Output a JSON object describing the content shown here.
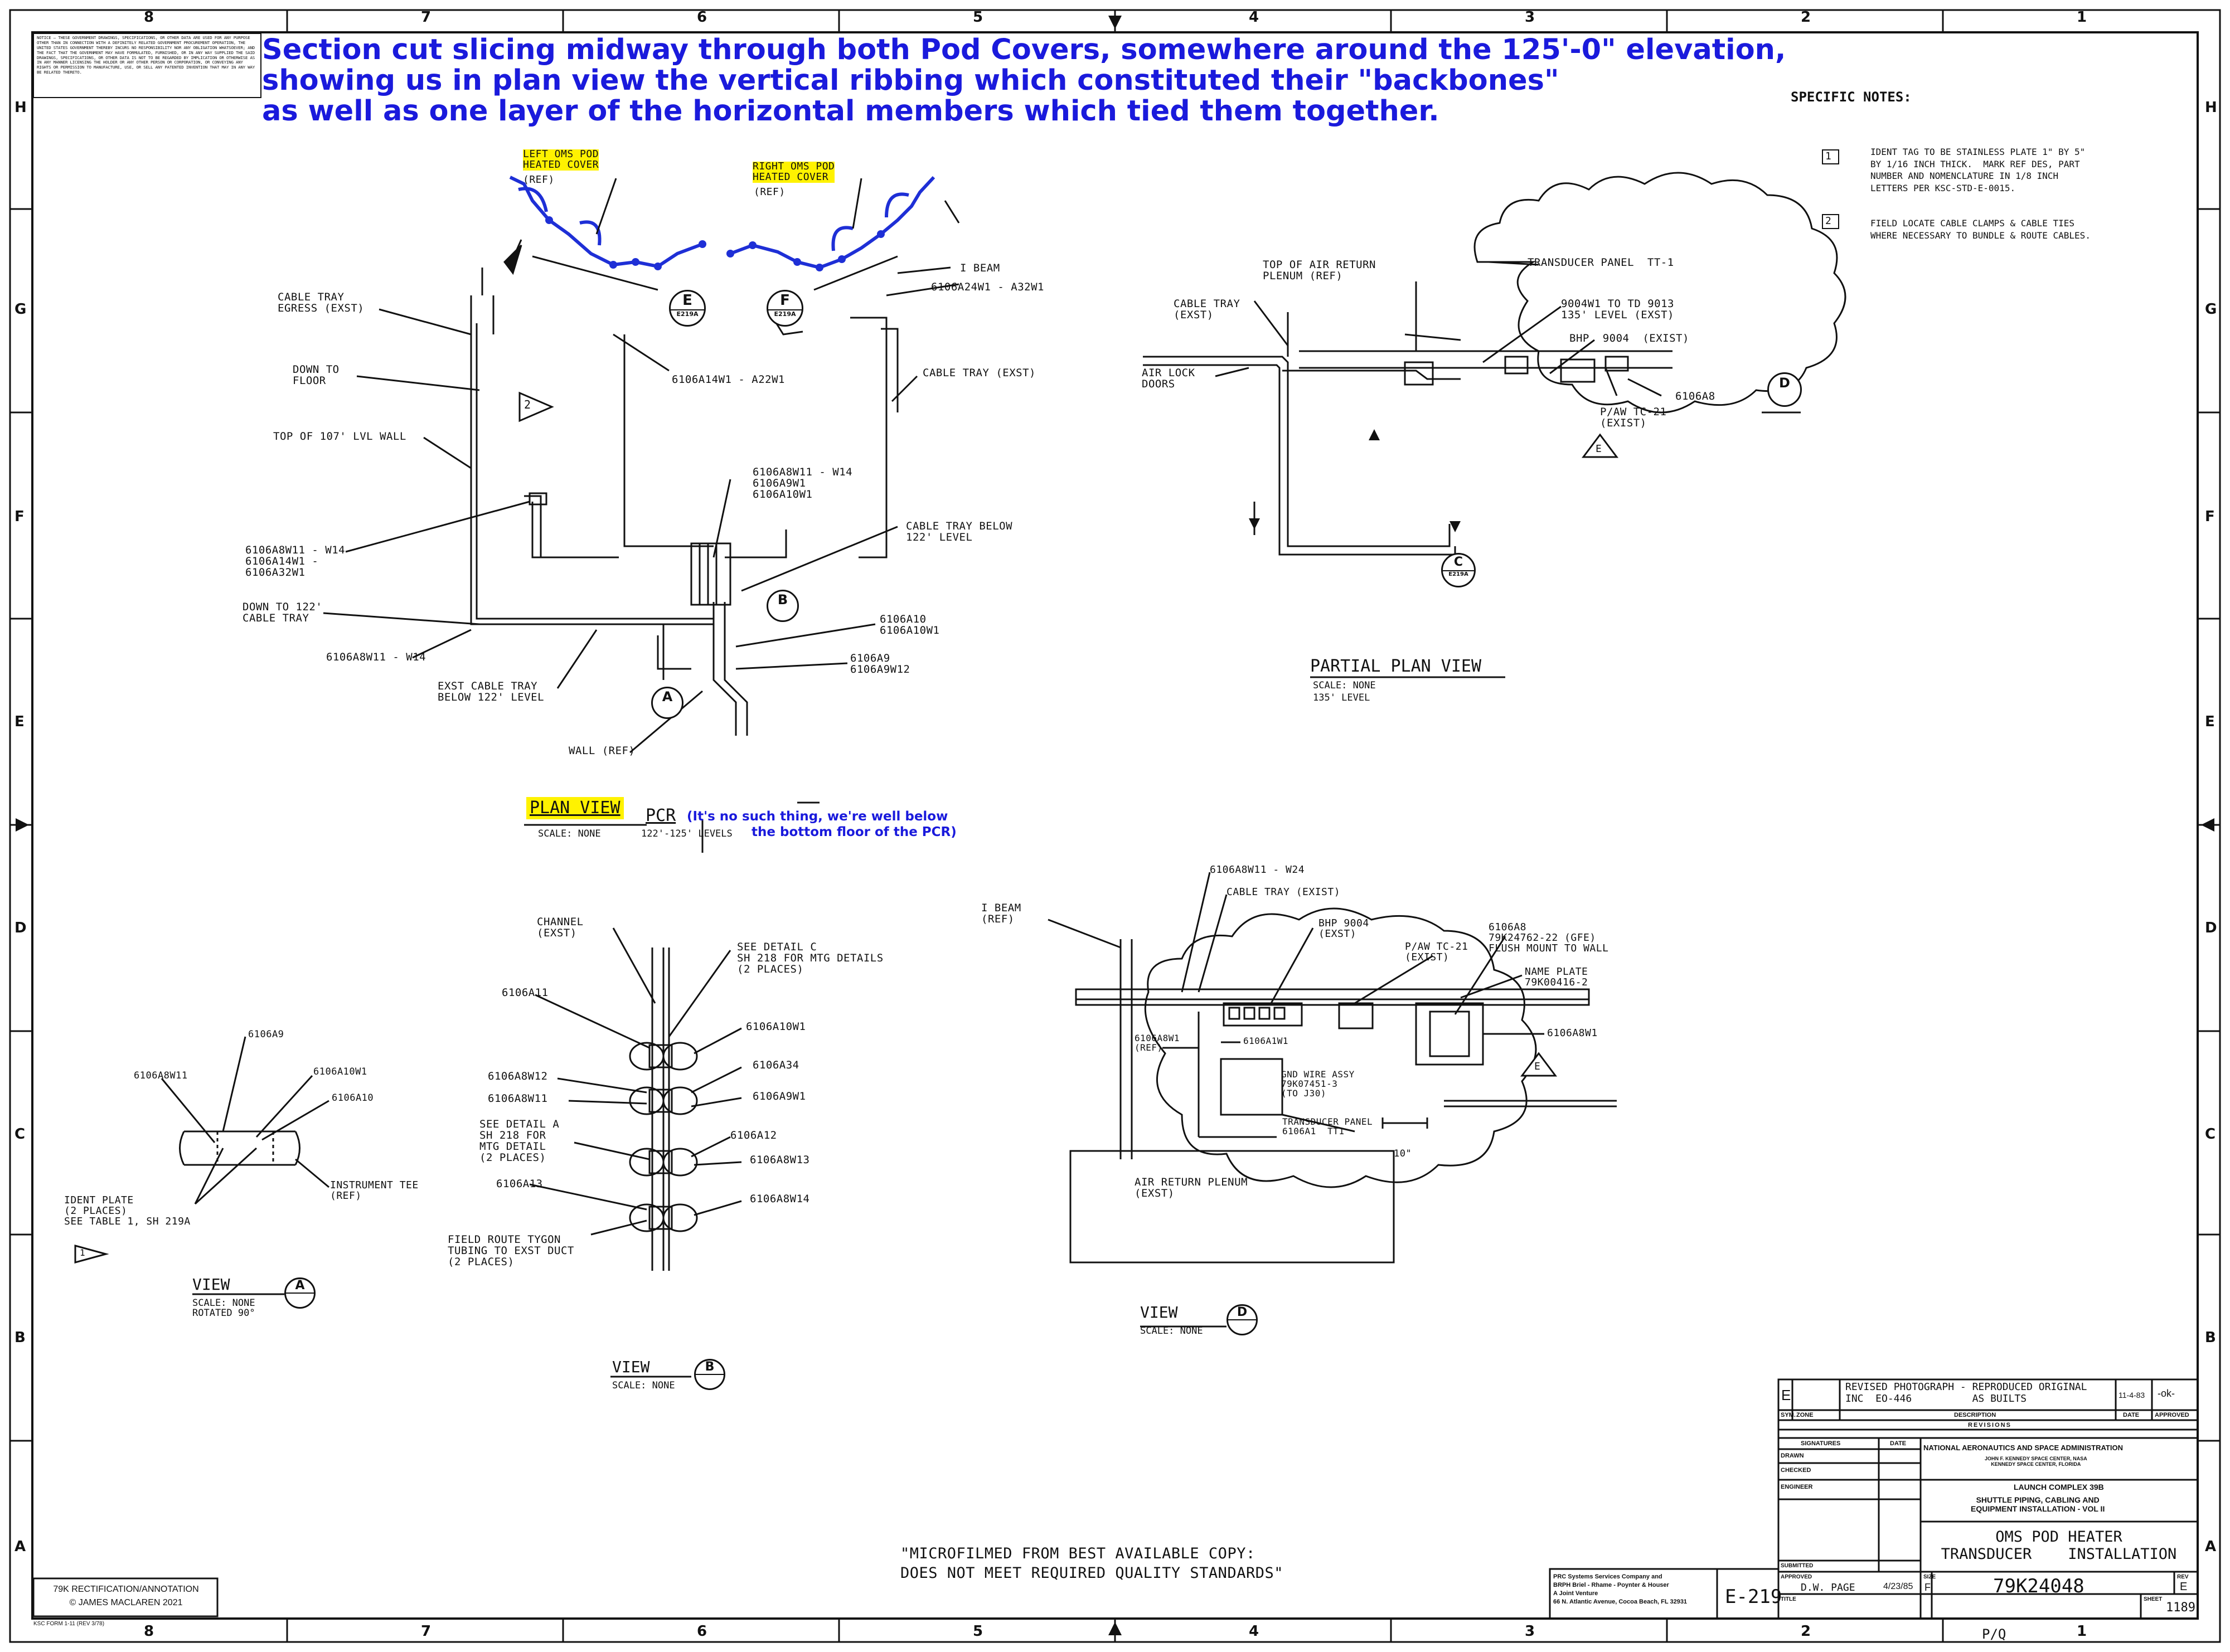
{
  "annotation": {
    "headline": "Section cut slicing midway through both Pod Covers, somewhere around the 125'-0\" elevation,\nshowing us in plan view the vertical ribbing which constituted their \"backbones\"\nas well as one layer of the horizontal members which tied them together.",
    "pcr_note_1": "(It's no such thing, we're well below",
    "pcr_note_2": "the bottom floor of the PCR)"
  },
  "zones": {
    "columns": [
      "8",
      "7",
      "6",
      "5",
      "4",
      "3",
      "2",
      "1"
    ],
    "rows": [
      "H",
      "G",
      "F",
      "E",
      "D",
      "C",
      "B",
      "A"
    ]
  },
  "notice_text": "NOTICE — THESE GOVERNMENT DRAWINGS, SPECIFICATIONS, OR OTHER DATA ARE USED FOR ANY PURPOSE OTHER THAN IN CONNECTION WITH A DEFINITELY RELATED GOVERNMENT PROCUREMENT OPERATION, THE UNITED STATES GOVERNMENT THEREBY INCURS NO RESPONSIBILITY NOR ANY OBLIGATION WHATSOEVER; AND THE FACT THAT THE GOVERNMENT MAY HAVE FORMULATED, FURNISHED, OR IN ANY WAY SUPPLIED THE SAID DRAWINGS, SPECIFICATIONS, OR OTHER DATA IS NOT TO BE REGARDED BY IMPLICATION OR OTHERWISE AS IN ANY MANNER LICENSING THE HOLDER OR ANY OTHER PERSON OR CORPORATION, OR CONVEYING ANY RIGHTS OR PERMISSION TO MANUFACTURE, USE, OR SELL ANY PATENTED INVENTION THAT MAY IN ANY WAY BE RELATED THERETO.",
  "specific_notes": {
    "heading": "SPECIFIC NOTES:",
    "note1_num": "1",
    "note1": "IDENT TAG TO BE STAINLESS PLATE 1\" BY 5\"\nBY 1/16 INCH THICK.  MARK REF DES, PART\nNUMBER AND NOMENCLATURE IN 1/8 INCH\nLETTERS PER KSC-STD-E-0015.",
    "note2_num": "2",
    "note2": "FIELD LOCATE CABLE CLAMPS & CABLE TIES\nWHERE NECESSARY TO BUNDLE & ROUTE CABLES."
  },
  "plan_view": {
    "left_pod": "LEFT OMS POD\nHEATED COVER",
    "left_pod_ref": "(REF)",
    "right_pod": "RIGHT OMS POD\nHEATED COVER",
    "right_pod_ref": "(REF)",
    "cable_tray_egress": "CABLE TRAY\nEGRESS (EXST)",
    "down_to_floor": "DOWN TO\nFLOOR",
    "top_107": "TOP OF 107' LVL WALL",
    "w11_w14": "6106A8W11 - W14\n6106A14W1 -\n6106A32W1",
    "down_to_122": "DOWN TO 122'\nCABLE TRAY",
    "w11_w14_b": "6106A8W11 - W14",
    "exst_cable_tray": "EXST CABLE TRAY\nBELOW 122' LEVEL",
    "wall_ref": "WALL (REF)",
    "i_beam": "I BEAM",
    "a24w1": "6106A24W1 - A32W1",
    "a14w1": "6106A14W1 - A22W1",
    "cable_tray_exst": "CABLE TRAY (EXST)",
    "stack": "6106A8W11 - W14\n6106A9W1\n6106A10W1",
    "cable_tray_below": "CABLE TRAY BELOW\n122' LEVEL",
    "a10": "6106A10\n6106A10W1",
    "a9": "6106A9\n6106A9W12",
    "callout_e": "E",
    "callout_e_sheet": "E219A",
    "callout_f": "F",
    "callout_f_sheet": "E219A",
    "callout_a": "A",
    "callout_b": "B",
    "note_flag": "2",
    "title": "PLAN VIEW",
    "title_suffix": "PCR",
    "scale": "SCALE: NONE",
    "levels": "122'-125' LEVELS"
  },
  "partial_plan": {
    "top_air_return": "TOP OF AIR RETURN\nPLENUM (REF)",
    "cable_tray": "CABLE TRAY\n(EXST)",
    "air_lock": "AIR LOCK\nDOORS",
    "transducer_panel": "TRANSDUCER PANEL  TT-1",
    "w9004": "9004W1 TO TD 9013\n135' LEVEL (EXST)",
    "bhp": "BHP  9004  (EXIST)",
    "a8": "6106A8",
    "paw": "P/AW TC-21\n(EXIST)",
    "flag_e": "E",
    "callout_d": "D",
    "callout_c": "C",
    "callout_c_sheet": "E219A",
    "title": "PARTIAL PLAN VIEW",
    "scale": "SCALE: NONE",
    "level": "135' LEVEL"
  },
  "view_a": {
    "a9": "6106A9",
    "a8w11": "6106A8W11",
    "a10w1": "6106A10W1",
    "a10": "6106A10",
    "ident_plate": "IDENT PLATE\n(2 PLACES)\nSEE TABLE 1, SH 219A",
    "inst_tee": "INSTRUMENT TEE\n(REF)",
    "flag": "1",
    "title": "VIEW",
    "letter": "A",
    "scale": "SCALE: NONE\nROTATED 90°"
  },
  "view_b": {
    "channel": "CHANNEL\n(EXST)",
    "detail_c": "SEE DETAIL C\nSH 218 FOR MTG DETAILS\n(2 PLACES)",
    "a11": "6106A11",
    "a10w1": "6106A10W1",
    "a8w12": "6106A8W12",
    "a34": "6106A34",
    "a8w11": "6106A8W11",
    "a9w1": "6106A9W1",
    "detail_a": "SEE DETAIL A\nSH 218 FOR\nMTG DETAIL\n(2 PLACES)",
    "a12": "6106A12",
    "a8w13": "6106A8W13",
    "a13": "6106A13",
    "a8w14": "6106A8W14",
    "tygon": "FIELD ROUTE TYGON\nTUBING TO EXST DUCT\n(2 PLACES)",
    "title": "VIEW",
    "letter": "B",
    "scale": "SCALE: NONE"
  },
  "view_d": {
    "w24": "6106A8W11 - W24",
    "cable_tray": "CABLE TRAY (EXIST)",
    "i_beam": "I BEAM\n(REF)",
    "bhp": "BHP 9004\n(EXST)",
    "paw": "P/AW TC-21\n(EXIST)",
    "a8": "6106A8\n79K24762-22 (GFE)\nFLUSH MOUNT TO WALL",
    "name_plate": "NAME PLATE\n79K00416-2",
    "a8w1_left": "6106A8W1\n(REF)",
    "a1w1": "6106A1W1",
    "a8w1_right": "6106A8W1",
    "gnd": "GND WIRE ASSY\n79K07451-3\n(TO J30)",
    "transducer": "TRANSDUCER PANEL\n6106A1  TT1",
    "dim": "10\"",
    "flag_e": "E",
    "air_return": "AIR RETURN PLENUM\n(EXST)",
    "title": "VIEW",
    "letter": "D",
    "scale": "SCALE: NONE"
  },
  "microfilm": "\"MICROFILMED FROM BEST AVAILABLE COPY:\nDOES NOT MEET REQUIRED QUALITY STANDARDS\"",
  "title_block": {
    "rev_letter": "E",
    "rev_desc": "REVISED PHOTOGRAPH - REPRODUCED ORIGINAL\nINC  EO-446          AS BUILTS",
    "rev_date": "11-4-83",
    "rev_approved": "-ok-",
    "hdr_sym": "SYM.",
    "hdr_zone": "ZONE",
    "hdr_desc": "DESCRIPTION",
    "hdr_date": "DATE",
    "hdr_approved": "APPROVED",
    "revisions": "REVISIONS",
    "signatures": "SIGNATURES",
    "sig_date": "DATE",
    "drawn": "DRAWN",
    "checked": "CHECKED",
    "engineer": "ENGINEER",
    "nasa": "NATIONAL AERONAUTICS AND SPACE ADMINISTRATION",
    "ksc": "JOHN F. KENNEDY SPACE CENTER, NASA\nKENNEDY SPACE CENTER, FLORIDA",
    "lc": "LAUNCH COMPLEX 39B",
    "shuttle": "SHUTTLE PIPING, CABLING AND\nEQUIPMENT INSTALLATION - VOL II",
    "oms": "OMS POD HEATER\nTRANSDUCER    INSTALLATION",
    "submitted": "SUBMITTED",
    "approved": "APPROVED",
    "approved_name": "D.W. PAGE",
    "approved_date": "4/23/85",
    "title_lbl": "TITLE",
    "size_lbl": "SIZE",
    "size": "F",
    "dwg_no": "79K24048",
    "rev_lbl": "REV",
    "rev": "E",
    "sheet_lbl": "SHEET",
    "sheet": "1189",
    "e219": "E-219",
    "bottom_pq": "P/Q",
    "prc": "PRC Systems Services Company and\nBRPH Briel - Rhame - Poynter & Houser\nA Joint Venture\n66 N. Atlantic Avenue, Cocoa Beach, FL 32931"
  },
  "credit": "79K RECTIFICATION/ANNOTATION\n© JAMES MACLAREN 2021",
  "form_no": "KSC FORM 1-11 (REV 3/78)"
}
